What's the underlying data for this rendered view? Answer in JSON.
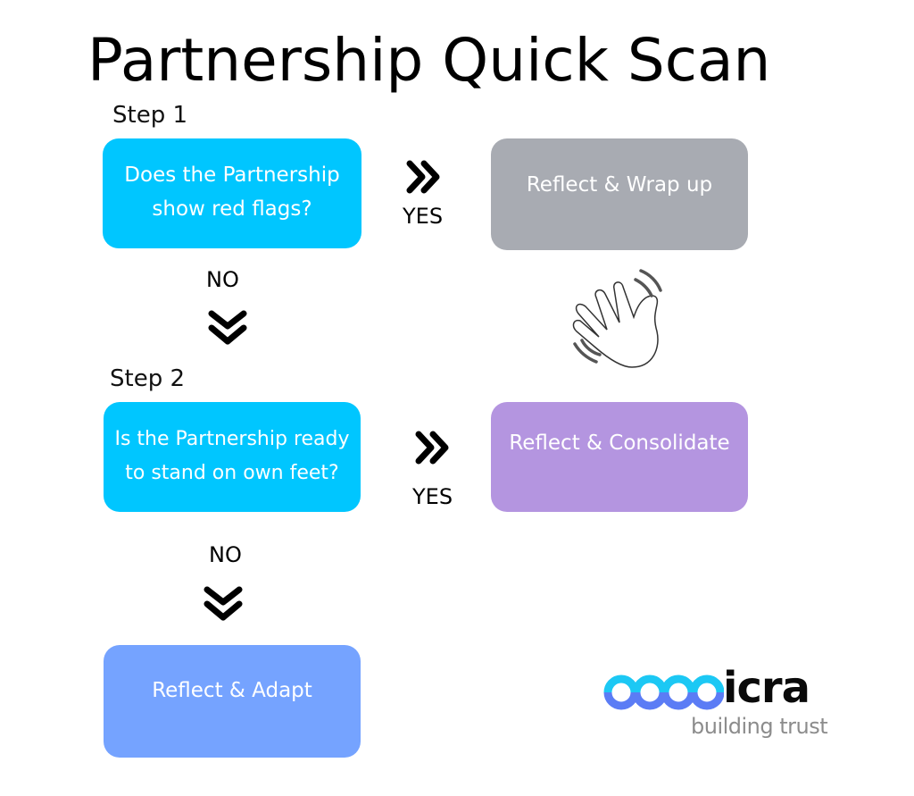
{
  "title": "Partnership Quick Scan",
  "colors": {
    "question_box": "#00c6ff",
    "wrap_up_box": "#a8abb2",
    "consolidate_box": "#b495e0",
    "adapt_box": "#75a3ff",
    "logo_cyan": "#1cc8f4",
    "logo_blue": "#5b7cf5"
  },
  "step1": {
    "label": "Step 1",
    "question": "Does the Partnership\nshow red flags?",
    "yes_label": "YES",
    "yes_outcome": "Reflect & Wrap up",
    "no_label": "NO"
  },
  "step2": {
    "label": "Step 2",
    "question": "Is the Partnership ready\nto stand on own feet?",
    "yes_label": "YES",
    "yes_outcome": "Reflect & Consolidate",
    "no_label": "NO",
    "no_outcome": "Reflect & Adapt"
  },
  "icons": {
    "wave": "waving-hand-icon",
    "arrow_right": "double-chevron-right-icon",
    "arrow_down": "double-chevron-down-icon"
  },
  "logo": {
    "name": "icra",
    "tagline": "building trust"
  }
}
